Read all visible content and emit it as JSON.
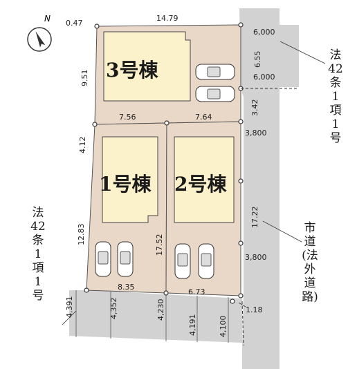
{
  "compass": {
    "letter": "N"
  },
  "buildings": {
    "b3": "3号棟",
    "b1": "1号棟",
    "b2": "2号棟"
  },
  "dims": {
    "top_left": "0.47",
    "top": "14.79",
    "left_b3": "9.51",
    "mid_left": "7.56",
    "mid_right": "7.64",
    "left_upper": "4.12",
    "left_b1": "12.83",
    "center_b2": "17.52",
    "bottom_left": "8.35",
    "bottom_right": "6.73",
    "road_r1": "6,000",
    "road_r2": "6.55",
    "road_r3": "6,000",
    "road_r4": "3.42",
    "road_r5": "3,800",
    "road_r6": "17.22",
    "road_r7": "3,800",
    "corner_br": "1.18",
    "bot_w1": "4,391",
    "bot_w2": "4,352",
    "bot_w3": "4,230",
    "bot_w4": "4,191",
    "bot_w5": "4,100"
  },
  "labels": {
    "right_upper": [
      "法",
      "42",
      "条",
      "1",
      "項",
      "1",
      "号"
    ],
    "left_lower": [
      "法",
      "42",
      "条",
      "1",
      "項",
      "1",
      "号"
    ],
    "city_road": [
      "市",
      "道",
      "(法",
      "外",
      "道",
      "路)"
    ]
  }
}
